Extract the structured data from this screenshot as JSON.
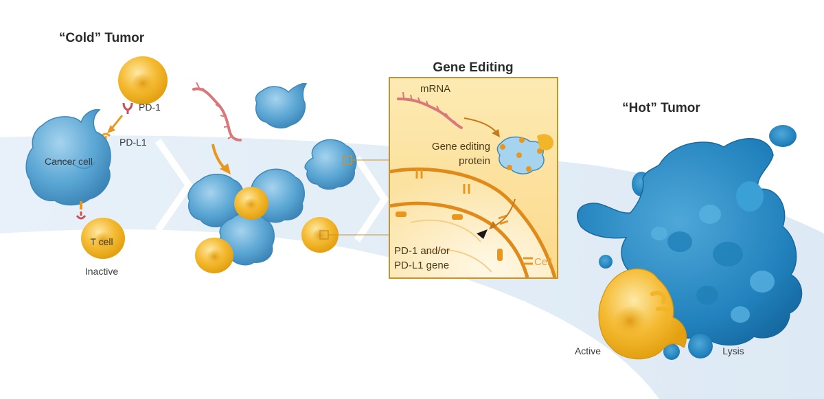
{
  "titles": {
    "cold": "“Cold” Tumor",
    "gene": "Gene Editing",
    "hot": "“Hot” Tumor"
  },
  "cold_labels": {
    "pd1": "PD-1",
    "pdl1": "PD-L1",
    "cancer_cell": "Cancer cell",
    "t_cell": "T cell",
    "inactive": "Inactive"
  },
  "inset": {
    "mrna": "mRNA",
    "protein_line1": "Gene editing",
    "protein_line2": "protein",
    "gene_line1": "PD-1 and/or",
    "gene_line2": "PD-L1 gene",
    "cell": "Cell"
  },
  "hot_labels": {
    "active": "Active",
    "lysis": "Lysis"
  },
  "colors": {
    "tcell": "#f2b52a",
    "cancer": "#5aa6d4",
    "hot_cancer": "#2f8fc4",
    "mrna": "#d9787a",
    "arrow": "#e8961e",
    "band": "#e9f1f8"
  }
}
